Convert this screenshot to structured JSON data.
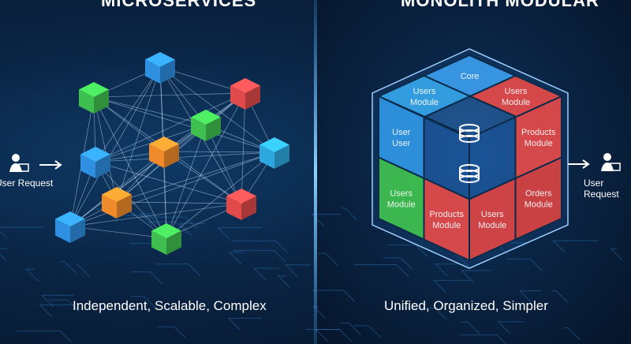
{
  "left_panel": {
    "title": "MICROSERVICES",
    "user_request": "User Request",
    "caption": "Independent, Scalable, Complex",
    "cube_colors": [
      "#2f8fe0",
      "#e04a4a",
      "#3fbf4f",
      "#3fbf4f",
      "#f08a2a",
      "#2f8fe0",
      "#2fa8e0",
      "#f08a2a",
      "#e04a4a",
      "#2f8fe0",
      "#3fbf4f"
    ]
  },
  "right_panel": {
    "title": "MONOLITH MODULAR",
    "user_request": "User Request",
    "caption": "Unified, Organized, Simpler",
    "tiles": {
      "core": "Core",
      "top_left": "Users Module",
      "top_right": "Users Module",
      "left_upper": "User User",
      "left_lower_left": "Users Module",
      "left_lower_right": "Products Module",
      "right_upper": "Products Module",
      "right_lower_left": "Users Module",
      "right_lower_right": "Orders Module"
    }
  },
  "colors": {
    "blue": "#2f8fe0",
    "red": "#e04a4a",
    "green": "#3fbf4f",
    "orange": "#f08a2a",
    "divider": "#4fb0ff"
  },
  "icons": [
    "user-laptop-icon",
    "arrow-right-icon",
    "database-icon"
  ]
}
